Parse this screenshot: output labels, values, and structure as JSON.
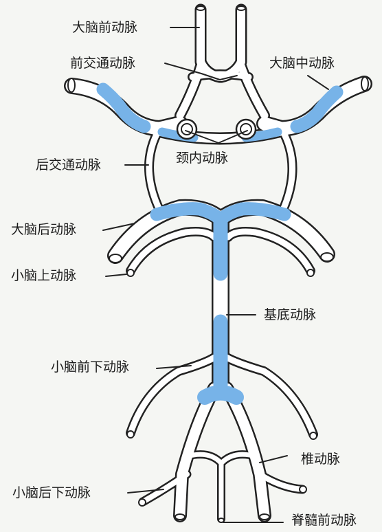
{
  "diagram": {
    "colors": {
      "vessel_fill": "#ffffff",
      "vessel_outline": "#222222",
      "highlight": "#77b3e8",
      "background": "#f5f6f3"
    },
    "labels": {
      "aca": "大脑前动脉",
      "acom": "前交通动脉",
      "mca": "大脑中动脉",
      "ica": "颈内动脉",
      "pcom": "后交通动脉",
      "pca": "大脑后动脉",
      "sca": "小脑上动脉",
      "basilar": "基底动脉",
      "aica": "小脑前下动脉",
      "vertebral": "椎动脉",
      "pica": "小脑后下动脉",
      "asa": "脊髓前动脉"
    }
  }
}
